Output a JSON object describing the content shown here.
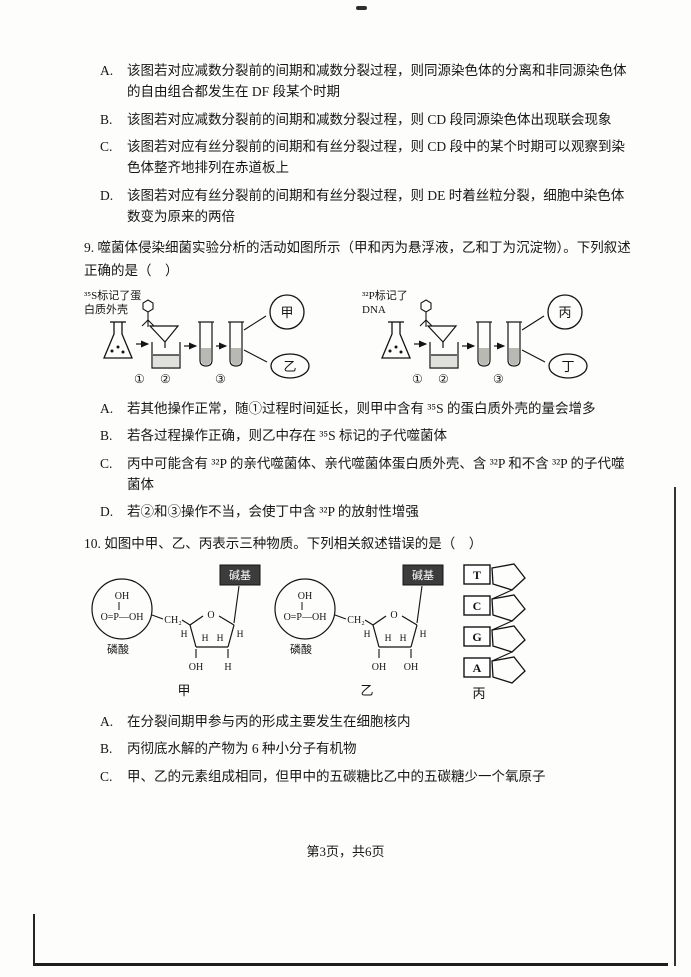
{
  "page": {
    "footer": "第3页，共6页"
  },
  "q8": {
    "options": [
      {
        "label": "A.",
        "text": "该图若对应减数分裂前的间期和减数分裂过程，则同源染色体的分离和非同源染色体的自由组合都发生在 DF 段某个时期"
      },
      {
        "label": "B.",
        "text": "该图若对应减数分裂前的间期和减数分裂过程，则 CD 段同源染色体出现联会现象"
      },
      {
        "label": "C.",
        "text": "该图若对应有丝分裂前的间期和有丝分裂过程，则 CD 段中的某个时期可以观察到染色体整齐地排列在赤道板上"
      },
      {
        "label": "D.",
        "text": "该图若对应有丝分裂前的间期和有丝分裂过程，则 DE 时着丝粒分裂，细胞中染色体数变为原来的两倍"
      }
    ]
  },
  "q9": {
    "stem": "9. 噬菌体侵染细菌实验分析的活动如图所示（甲和丙为悬浮液，乙和丁为沉淀物）。下列叙述正确的是（　）",
    "diagram": {
      "left_label_1": "³⁵S标记了蛋",
      "left_label_2": "白质外壳",
      "right_label_1": "³²P标记了",
      "right_label_2": "DNA",
      "step_1": "①",
      "step_2": "②",
      "step_3": "③",
      "jia": "甲",
      "yi": "乙",
      "bing": "丙",
      "ding": "丁"
    },
    "options": [
      {
        "label": "A.",
        "text": "若其他操作正常，随①过程时间延长，则甲中含有 ³⁵S 的蛋白质外壳的量会增多"
      },
      {
        "label": "B.",
        "text": "若各过程操作正确，则乙中存在 ³⁵S 标记的子代噬菌体"
      },
      {
        "label": "C.",
        "text": "丙中可能含有 ³²P 的亲代噬菌体、亲代噬菌体蛋白质外壳、含 ³²P 和不含 ³²P 的子代噬菌体"
      },
      {
        "label": "D.",
        "text": "若②和③操作不当，会使丁中含 ³²P 的放射性增强"
      }
    ]
  },
  "q10": {
    "stem": "10. 如图中甲、乙、丙表示三种物质。下列相关叙述错误的是（　）",
    "diagram": {
      "oh": "OH",
      "p_formula": "O=P—OH",
      "phosphate": "磷酸",
      "ch2": "CH₂",
      "ring_o": "O",
      "h": "H",
      "bottom_left": "OH",
      "jia_bottom_right": "H",
      "yi_bottom_right": "OH",
      "base_box": "碱基",
      "jia": "甲",
      "yi": "乙",
      "bing": "丙",
      "bases": [
        "T",
        "C",
        "G",
        "A"
      ]
    },
    "options": [
      {
        "label": "A.",
        "text": "在分裂间期甲参与丙的形成主要发生在细胞核内"
      },
      {
        "label": "B.",
        "text": "丙彻底水解的产物为 6 种小分子有机物"
      },
      {
        "label": "C.",
        "text": "甲、乙的元素组成相同，但甲中的五碳糖比乙中的五碳糖少一个氧原子"
      }
    ]
  }
}
